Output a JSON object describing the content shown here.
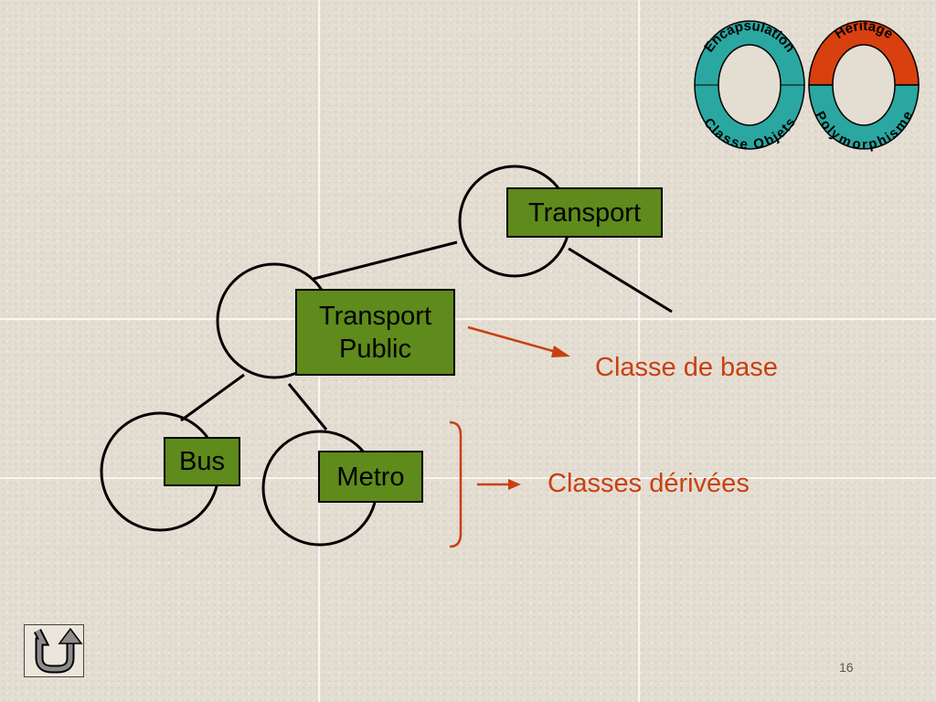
{
  "slide": {
    "page_number": "16"
  },
  "logos": {
    "encapsulation": {
      "top": "Encapsulation",
      "bottom": "Classe Objets",
      "color_top": "#2aa7a0",
      "color_bottom": "#2aa7a0"
    },
    "heritage": {
      "top": "Héritage",
      "bottom": "Polymorphisme",
      "color_top": "#d84010",
      "color_bottom": "#2aa7a0"
    }
  },
  "nodes": {
    "transport": {
      "label": "Transport"
    },
    "transport_public": {
      "line1": "Transport",
      "line2": "Public"
    },
    "bus": {
      "label": "Bus"
    },
    "metro": {
      "label": "Metro"
    }
  },
  "annotations": {
    "base_class": "Classe de base",
    "derived_classes": "Classes dérivées"
  },
  "colors": {
    "node_fill": "#5f8a1c",
    "annotation": "#c8400f"
  },
  "navigation": {
    "back_icon": "u-turn-back-icon"
  }
}
